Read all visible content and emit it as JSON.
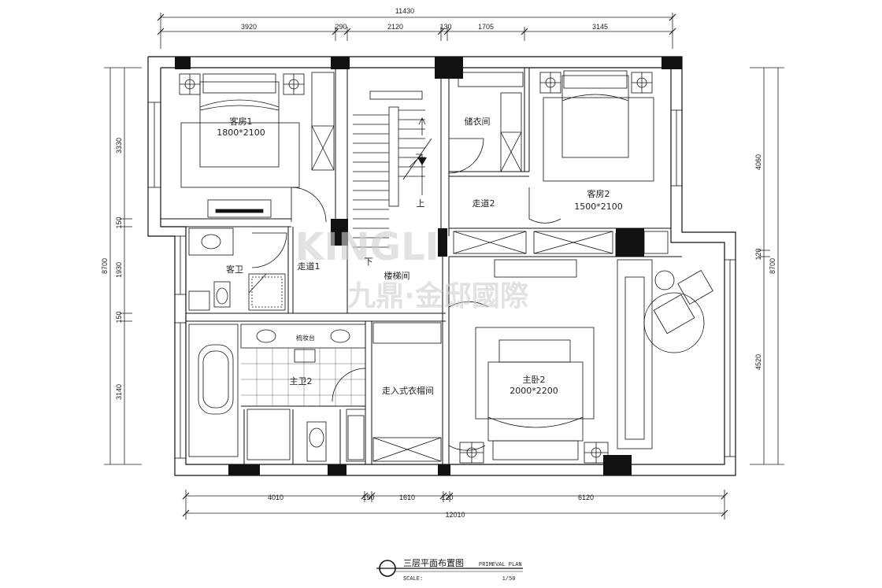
{
  "dimensions": {
    "top_total": "11430",
    "top_segments": [
      "3920",
      "290",
      "2120",
      "130",
      "1705",
      "3145"
    ],
    "bottom_segments": [
      "4010",
      "150",
      "1610",
      "120",
      "6120"
    ],
    "bottom_total": "12010",
    "left_total": "8700",
    "left_segments": [
      "3330",
      "150",
      "1930",
      "150",
      "3140"
    ],
    "right_total": "8700",
    "right_segments": [
      "4060",
      "120",
      "4520"
    ]
  },
  "rooms": {
    "guest1_name": "客房1",
    "guest1_size": "1800*2100",
    "storage": "储衣间",
    "guest2_name": "客房2",
    "guest2_size": "1500*2100",
    "corridor2": "走道2",
    "up": "上",
    "down": "下",
    "corridor1": "走道1",
    "guest_bath": "客卫",
    "stairwell": "楼梯间",
    "vanity": "梳妆台",
    "master_bath": "主卫2",
    "walkin_closet": "走入式衣帽间",
    "master_name": "主卧2",
    "master_size": "2000*2200"
  },
  "watermark": {
    "latin": "KINGLI",
    "chinese": "九鼎·金邸國際"
  },
  "title_block": {
    "title": "三层平面布置图",
    "subtitle": "PRIMEVAL PLAN",
    "scale_label": "SCALE:",
    "scale_value": "1/50"
  }
}
